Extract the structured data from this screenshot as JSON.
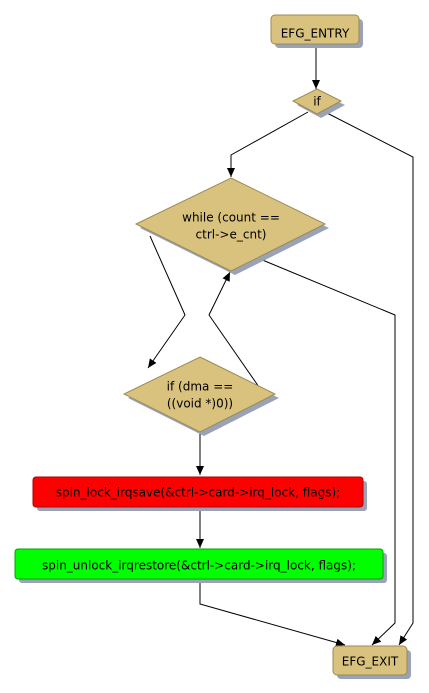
{
  "diagram": {
    "nodes": {
      "entry": {
        "label": "EFG_ENTRY",
        "shape": "terminal"
      },
      "if1": {
        "label": "if",
        "shape": "decision"
      },
      "while_loop": {
        "label_lines": [
          "while (count ==",
          "ctrl->e_cnt)"
        ],
        "shape": "decision"
      },
      "if_dma": {
        "label_lines": [
          "if (dma ==",
          "((void *)0))"
        ],
        "shape": "decision"
      },
      "lock": {
        "label": "spin_lock_irqsave(&ctrl->card->irq_lock, flags);",
        "shape": "action",
        "status": "error"
      },
      "unlock": {
        "label": "spin_unlock_irqrestore(&ctrl->card->irq_lock, flags);",
        "shape": "action",
        "status": "ok"
      },
      "exit": {
        "label": "EFG_EXIT",
        "shape": "terminal"
      }
    },
    "edges": [
      [
        "entry",
        "if1"
      ],
      [
        "if1",
        "while_loop"
      ],
      [
        "if1",
        "exit"
      ],
      [
        "while_loop",
        "if_dma"
      ],
      [
        "while_loop",
        "exit"
      ],
      [
        "if_dma",
        "while_loop"
      ],
      [
        "if_dma",
        "lock"
      ],
      [
        "lock",
        "unlock"
      ],
      [
        "unlock",
        "exit"
      ]
    ],
    "colors": {
      "node_fill": "#d9c27e",
      "node_border": "#9b8a55",
      "shadow": "#9aa3b5",
      "error_fill": "#ff0000",
      "ok_fill": "#00ff00",
      "edge": "#000000"
    }
  }
}
